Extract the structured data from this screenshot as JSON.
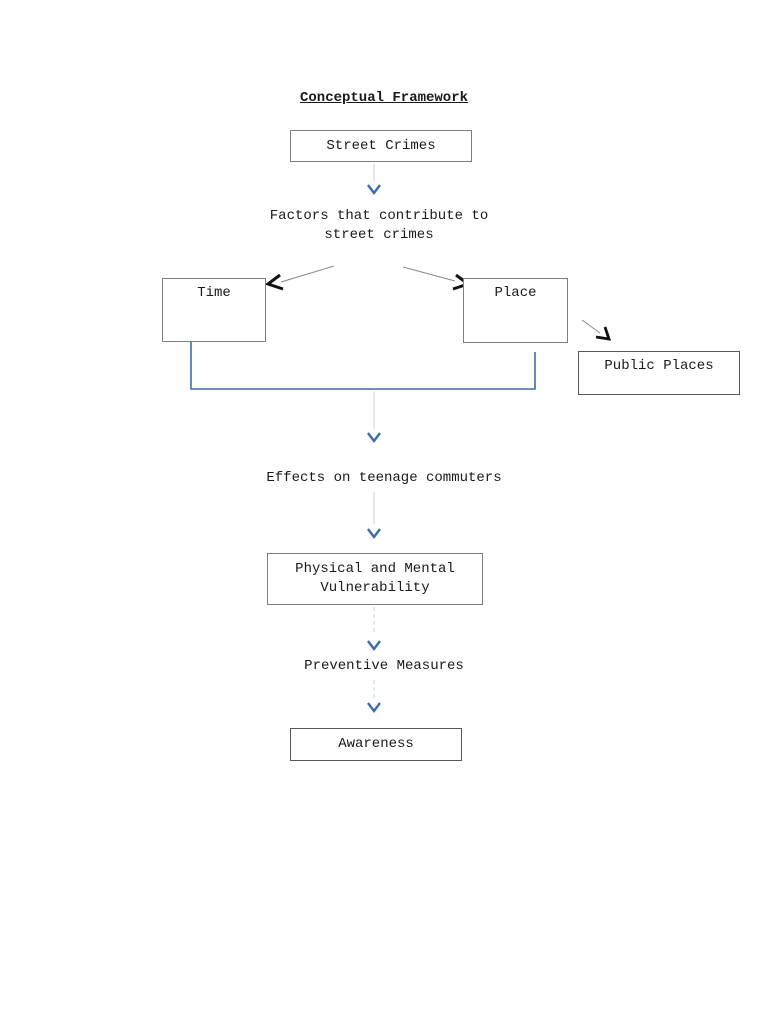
{
  "page": {
    "title": "Conceptual Framework"
  },
  "diagram": {
    "nodes": {
      "street_crimes": {
        "label": "Street Crimes"
      },
      "time": {
        "label": "Time"
      },
      "place": {
        "label": "Place"
      },
      "public_places": {
        "label": "Public Places"
      },
      "physical_mental": {
        "label": "Physical and Mental\nVulnerability"
      },
      "awareness": {
        "label": "Awareness"
      }
    },
    "labels": {
      "factors": "Factors that contribute to\nstreet crimes",
      "effects": "Effects on teenage commuters",
      "preventive": "Preventive Measures"
    },
    "colors": {
      "accent_blue": "#3e6cb0",
      "faint_connector": "#ccd8e8",
      "box_border_gray": "#7f7f7f",
      "box_border_dark": "#595959",
      "thin_arrow_line": "#8a8a8a",
      "arrowhead_black": "#111111",
      "text_black": "#1a1a1a",
      "page_background": "#ffffff"
    }
  }
}
